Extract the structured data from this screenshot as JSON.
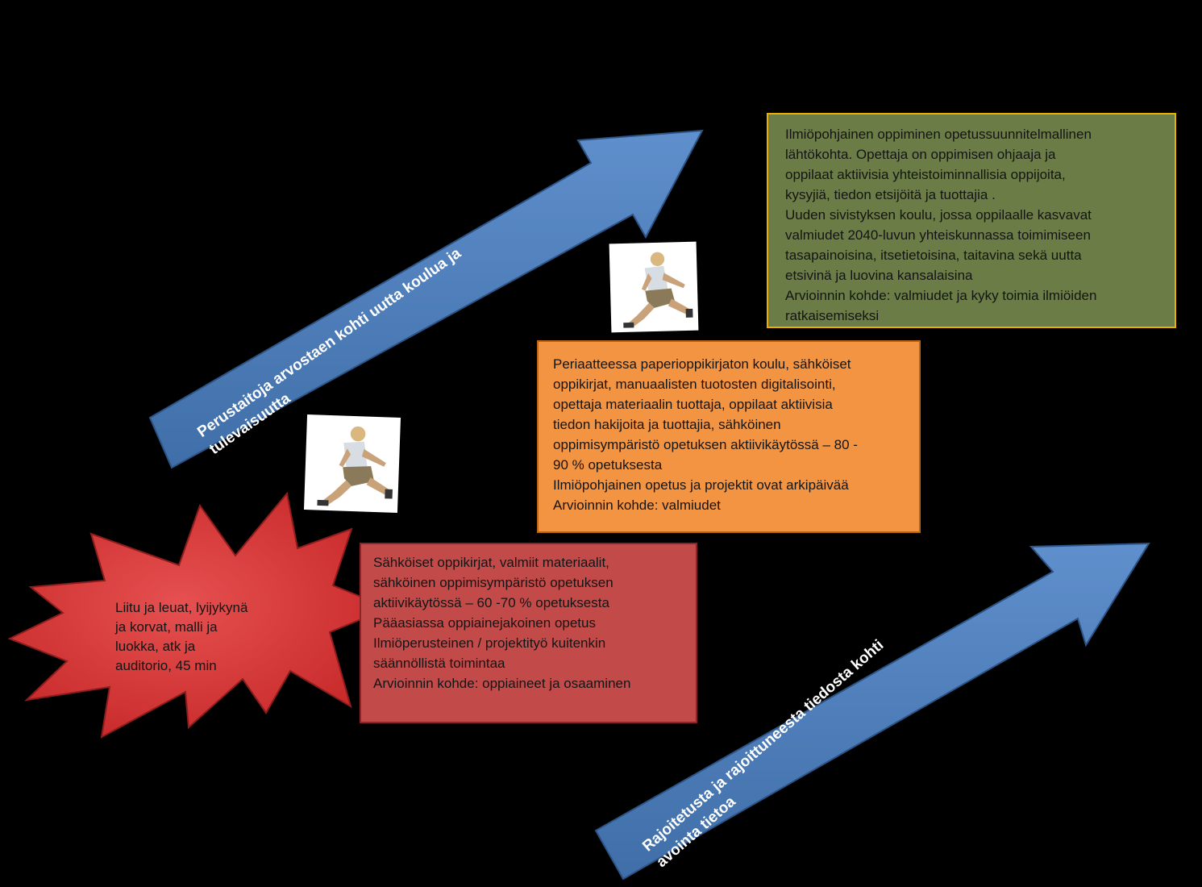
{
  "burst": {
    "lines": [
      "Liitu ja leuat, lyijykynä",
      "ja korvat, malli ja",
      "luokka, atk ja",
      "auditorio, 45 min"
    ],
    "color": "#d83a3a"
  },
  "red_box": {
    "lines": [
      "Sähköiset oppikirjat, valmiit materiaalit,",
      "sähköinen oppimisympäristö opetuksen",
      "aktiivikäytössä – 60 -70  % opetuksesta",
      "Pääasiassa oppiainejakoinen opetus",
      "Ilmiöperusteinen / projektityö kuitenkin",
      "säännöllistä toimintaa",
      "Arvioinnin kohde: oppiaineet ja osaaminen"
    ],
    "color": "#c24b4a"
  },
  "orange_box": {
    "lines": [
      "Periaatteessa paperioppikirjaton koulu, sähköiset",
      "oppikirjat, manuaalisten tuotosten digitalisointi,",
      "opettaja materiaalin tuottaja, oppilaat aktiivisia",
      "tiedon hakijoita ja tuottajia, sähköinen",
      "oppimisympäristö opetuksen aktiivikäytössä – 80 -",
      "90 % opetuksesta",
      "Ilmiöpohjainen opetus ja projektit ovat arkipäivää",
      "Arvioinnin kohde: valmiudet"
    ],
    "color": "#f39443"
  },
  "green_box": {
    "lines": [
      "Ilmiöpohjainen oppiminen  opetussuunnitelmallinen",
      "lähtökohta. Opettaja on oppimisen ohjaaja  ja",
      "oppilaat aktiivisia  yhteistoiminnallisia oppijoita,",
      "kysyjiä, tiedon etsijöitä ja tuottajia .",
      "Uuden sivistyksen koulu, jossa oppilaalle kasvavat",
      "valmiudet 2040-luvun yhteiskunnassa toimimiseen",
      "tasapainoisina, itsetietoisina, taitavina  sekä uutta",
      "etsivinä ja luovina kansalaisina",
      "Arvioinnin kohde: valmiudet ja kyky toimia ilmiöiden",
      "ratkaisemiseksi"
    ],
    "color": "#6b7c46",
    "border_color": "#e8b000"
  },
  "arrow_upper": {
    "lines": [
      "Perustaitoja  arvostaen kohti uutta koulua ja",
      "tulevaisuutta"
    ],
    "color": "#4f81bd"
  },
  "arrow_lower": {
    "lines": [
      "Rajoitetusta ja rajoittuneesta tiedosta kohti",
      "avointa tietoa"
    ],
    "color": "#4f81bd"
  },
  "photos": [
    {
      "icon": "jumping-person-icon"
    },
    {
      "icon": "jumping-person-icon"
    }
  ]
}
